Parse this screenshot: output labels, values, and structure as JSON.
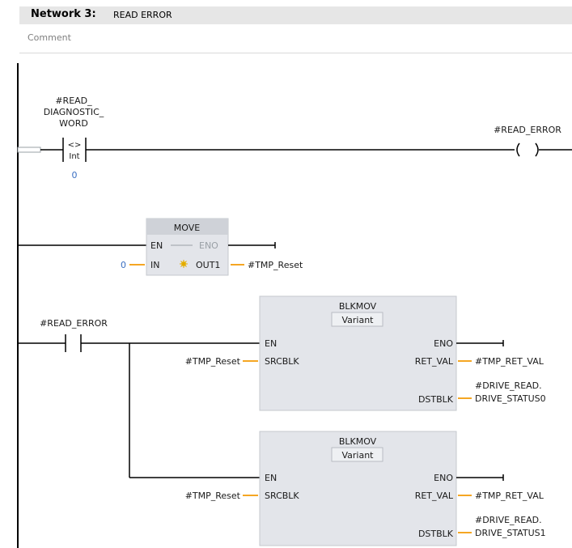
{
  "network": {
    "number_label": "Network 3:",
    "title": "READ ERROR",
    "comment_placeholder": "Comment"
  },
  "rung1": {
    "contact_operand_lines": [
      "#READ_",
      "DIAGNOSTIC_",
      "WORD"
    ],
    "compare_op": "<>",
    "compare_type": "Int",
    "compare_value": "0",
    "coil_operand": "#READ_ERROR"
  },
  "move_box": {
    "title": "MOVE",
    "en": "EN",
    "eno": "ENO",
    "in": "IN",
    "out": "OUT1",
    "in_value": "0",
    "out_operand": "#TMP_Reset"
  },
  "rung3": {
    "contact_operand": "#READ_ERROR"
  },
  "blkmov_boxes": [
    {
      "title": "BLKMOV",
      "subtitle": "Variant",
      "en": "EN",
      "eno": "ENO",
      "srcblk": "SRCBLK",
      "ret_val": "RET_VAL",
      "dstblk": "DSTBLK",
      "srcblk_operand": "#TMP_Reset",
      "ret_val_operand": "#TMP_RET_VAL",
      "dstblk_operand_lines": [
        "#DRIVE_READ.",
        "DRIVE_STATUS0"
      ]
    },
    {
      "title": "BLKMOV",
      "subtitle": "Variant",
      "en": "EN",
      "eno": "ENO",
      "srcblk": "SRCBLK",
      "ret_val": "RET_VAL",
      "dstblk": "DSTBLK",
      "srcblk_operand": "#TMP_Reset",
      "ret_val_operand": "#TMP_RET_VAL",
      "dstblk_operand_lines": [
        "#DRIVE_READ.",
        "DRIVE_STATUS1"
      ]
    }
  ],
  "colors": {
    "wire": "#000000",
    "pin_wire": "#f5a623",
    "box_fill": "#e3e5ea",
    "box_title": "#cfd2d8",
    "constant": "#3a6fc2"
  }
}
